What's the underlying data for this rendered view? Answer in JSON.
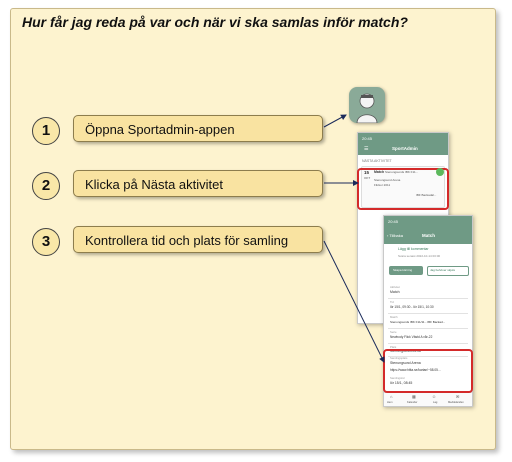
{
  "title": "Hur får jag reda på var och när vi ska samlas inför match?",
  "steps": [
    {
      "num": "1",
      "label": "Öppna Sportadmin-appen"
    },
    {
      "num": "2",
      "label": "Klicka på Nästa aktivitet"
    },
    {
      "num": "3",
      "label": "Kontrollera tid och plats för samling"
    }
  ],
  "phone1": {
    "time": "20:45",
    "app_title": "SportAdmin",
    "section": "NÄSTA AKTIVITET",
    "event_day": "15",
    "event_month": "OKT",
    "event_title": "Match",
    "event_subtitle": "Stenungsunds IBK F11...",
    "event_place": "Stenungsund Arena",
    "event_group": "Flickor 2011",
    "event_badge": "IBF Backadal..."
  },
  "phone2": {
    "time": "20:45",
    "back": "Tillbaka",
    "header_title": "Match",
    "add_comment": "Lägg till kommentar",
    "answered": "Svara senast 2022-10-14 00:00",
    "btn_primary": "Skapa körning",
    "btn_secondary": "Jag behöver skjuts",
    "fields": [
      {
        "label": "Aktivitet",
        "value": "Match"
      },
      {
        "label": "Tid",
        "value": "lör 15/1, 09:30 - lör 15/1, 10:30"
      },
      {
        "label": "Match",
        "value": "Stenungsunds IBK F11/11 - IBF Backad..."
      },
      {
        "label": "Serie",
        "value": "Newbody Flick Västd A vår-22"
      },
      {
        "label": "Plats",
        "value": "Stenungsund Arena"
      }
    ],
    "meeting_label": "Samlingsplats",
    "meeting_place": "Stenungsund Arena",
    "meeting_link": "https://www.hitta.se/kartan!~58.05...",
    "meeting_time_label": "Samlingstid",
    "meeting_time": "lör 15/1, 08:45",
    "nav": [
      "Hem",
      "Kalender",
      "Lag",
      "Meddelanden"
    ]
  },
  "colors": {
    "card": "#fdf3cf",
    "step_box": "#f9e3a1",
    "app_header": "#6f9a85",
    "highlight": "#d42a2a"
  }
}
